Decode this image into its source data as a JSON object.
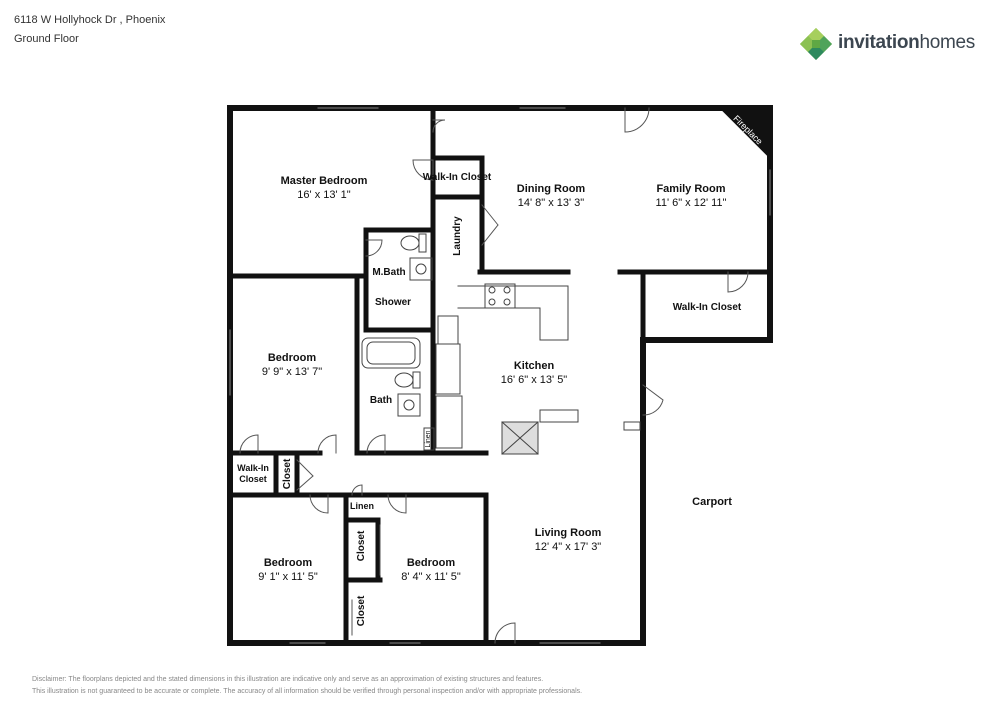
{
  "header": {
    "address": "6118 W Hollyhock Dr , Phoenix",
    "floor": "Ground Floor"
  },
  "logo": {
    "brand_bold": "invitation",
    "brand_light": "homes",
    "icon": "diamond-logo-icon",
    "colors": [
      "#7ab648",
      "#4fa35a",
      "#2e8a5e",
      "#a6cf5d"
    ]
  },
  "rooms": {
    "master_bedroom": {
      "name": "Master Bedroom",
      "dims": "16' x 13' 1\""
    },
    "walkin_closet_master": {
      "name": "Walk-In Closet"
    },
    "laundry": {
      "name": "Laundry"
    },
    "dining_room": {
      "name": "Dining Room",
      "dims": "14' 8\" x 13' 3\""
    },
    "family_room": {
      "name": "Family Room",
      "dims": "11' 6\" x 12' 11\""
    },
    "fireplace": {
      "name": "Fireplace"
    },
    "m_bath": {
      "name": "M.Bath"
    },
    "shower": {
      "name": "Shower"
    },
    "walkin_closet_family": {
      "name": "Walk-In Closet"
    },
    "bedroom_left": {
      "name": "Bedroom",
      "dims": "9' 9\" x 13' 7\""
    },
    "kitchen": {
      "name": "Kitchen",
      "dims": "16' 6\" x 13' 5\""
    },
    "bath": {
      "name": "Bath"
    },
    "linen_small": {
      "name": "Linen"
    },
    "walkin_closet_hall": {
      "name": "Walk-In Closet"
    },
    "closet_hall": {
      "name": "Closet"
    },
    "carport": {
      "name": "Carport"
    },
    "linen_hall": {
      "name": "Linen"
    },
    "closet_mid": {
      "name": "Closet"
    },
    "bedroom_bottom_left": {
      "name": "Bedroom",
      "dims": "9' 1\" x 11' 5\""
    },
    "bedroom_bottom_mid": {
      "name": "Bedroom",
      "dims": "8' 4\" x 11' 5\""
    },
    "living_room": {
      "name": "Living Room",
      "dims": "12' 4\" x 17' 3\""
    },
    "closet_lower": {
      "name": "Closet"
    }
  },
  "disclaimer": {
    "line1": "Disclaimer: The floorplans depicted and the stated dimensions in this illustration are indicative only and serve as an approximation of existing structures and features.",
    "line2": "This illustration is not guaranteed to be accurate or complete. The accuracy of all information should be verified through personal inspection and/or with appropriate professionals."
  }
}
